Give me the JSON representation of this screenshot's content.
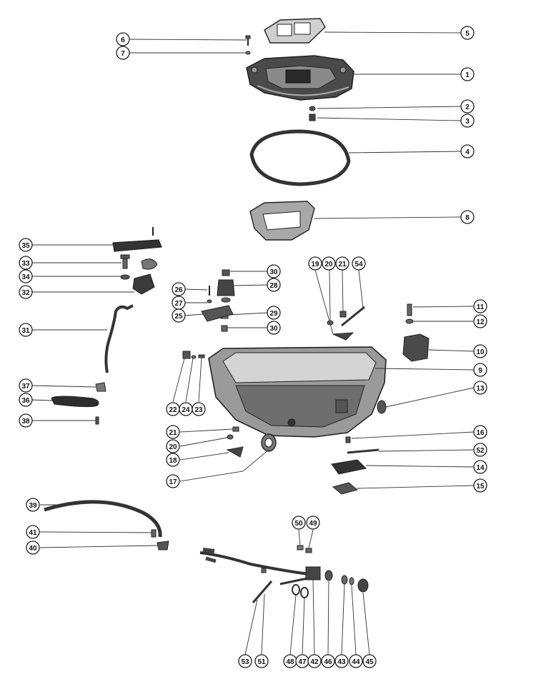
{
  "diagram": {
    "part_labels": [
      "1",
      "2",
      "3",
      "4",
      "5",
      "6",
      "7",
      "8",
      "9",
      "10",
      "11",
      "12",
      "13",
      "14",
      "15",
      "16",
      "17",
      "18",
      "19",
      "20",
      "20",
      "21",
      "21",
      "22",
      "23",
      "24",
      "25",
      "26",
      "27",
      "28",
      "29",
      "30",
      "30",
      "31",
      "32",
      "33",
      "34",
      "35",
      "36",
      "37",
      "38",
      "39",
      "40",
      "41",
      "42",
      "43",
      "44",
      "45",
      "46",
      "47",
      "48",
      "49",
      "50",
      "51",
      "52",
      "53",
      "54"
    ],
    "colors": {
      "ink": "#222222",
      "part_dark": "#3c3c3c",
      "part_mid": "#7a7a7a",
      "part_light": "#b5b5b5",
      "paper": "#ffffff"
    }
  }
}
